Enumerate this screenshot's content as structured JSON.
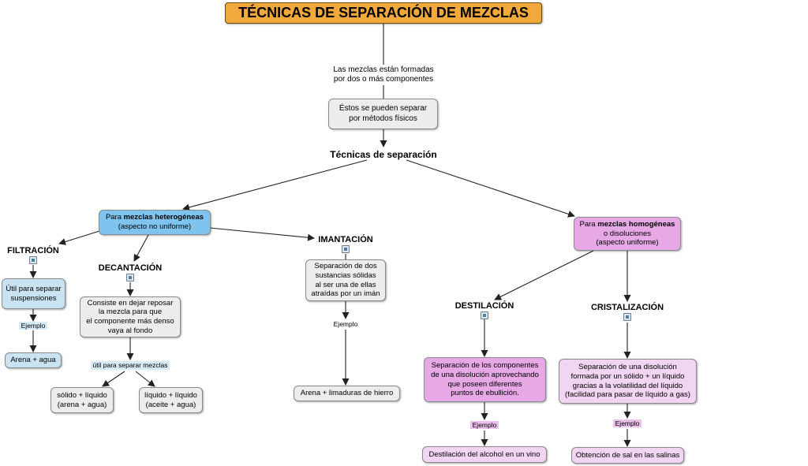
{
  "title": "TÉCNICAS DE SEPARACIÓN DE MEZCLAS",
  "intro_text": "Las mezclas están formadas\npor dos o más componentes",
  "physical_methods": "Éstos se pueden separar\npor métodos físicos",
  "techniques_label": "Técnicas de separación",
  "heterogeneous": {
    "prefix": "Para ",
    "bold": "mezclas heterogéneas",
    "suffix": "(aspecto no uniforme)"
  },
  "homogeneous": {
    "prefix": "Para ",
    "bold": "mezclas homogéneas",
    "suffix": "o disoluciones\n(aspecto uniforme)"
  },
  "filtration": {
    "title": "FILTRACIÓN",
    "description": "Útil para separar\nsuspensiones",
    "example_label": "Ejemplo",
    "example": "Arena + agua"
  },
  "decantation": {
    "title": "DECANTACIÓN",
    "description": "Consiste en dejar reposar\nla mezcla para que\nel componente más denso\nvaya al fondo",
    "useful_label": "útil para separar mezclas",
    "example_solid": "sólido + líquido\n(arena + agua)",
    "example_liquid": "líquido + líquido\n(aceite + agua)"
  },
  "magnetization": {
    "title": "IMANTACIÓN",
    "description": "Separación de dos\nsustancias sólidas\nal ser una de ellas\natraídas por un imán",
    "example_label": "Ejemplo",
    "example": "Arena + limaduras de hierro"
  },
  "distillation": {
    "title": "DESTILACIÓN",
    "description": "Separación de los componentes\nde una disolución aprovechando\nque poseen diferentes\npuntos de ebullición.",
    "example_label": "Ejemplo",
    "example": "Destilación del alcohol en un vino"
  },
  "crystallization": {
    "title": "CRISTALIZACIÓN",
    "description": "Separación de una disolución\nformada por un sólido + un líquido\ngracias a la volatilidad del líquido\n(facilidad para pasar de líquido a gas)",
    "example_label": "Ejemplo",
    "example": "Obtención de sal en las salinas"
  },
  "icons": {
    "resource": "image-resource-icon",
    "arrowhead": "arrowhead-icon"
  },
  "colors": {
    "title_bg": "#f2a93b",
    "heterogeneous_bg": "#7fc4ee",
    "light_blue_bg": "#c9e3f2",
    "homogeneous_bg": "#e6a9e6",
    "light_pink_bg": "#f2d5f2",
    "neutral_bg": "#eceeec",
    "connector": "#222222"
  }
}
